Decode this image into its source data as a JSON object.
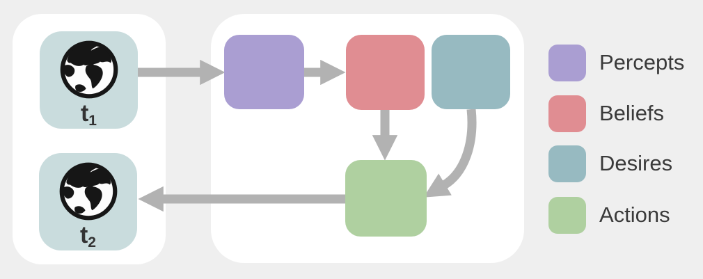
{
  "world_panel": {
    "t1": {
      "base": "t",
      "sub": "1"
    },
    "t2": {
      "base": "t",
      "sub": "2"
    }
  },
  "legend": {
    "items": [
      {
        "label": "Percepts",
        "color": "#aa9ed2"
      },
      {
        "label": "Beliefs",
        "color": "#e08d92"
      },
      {
        "label": "Desires",
        "color": "#97bac1"
      },
      {
        "label": "Actions",
        "color": "#afd0a0"
      }
    ]
  },
  "colors": {
    "background": "#efefef",
    "panel": "#ffffff",
    "arrow": "#b2b2b2",
    "world_box": "#c9dcdd",
    "globe": "#161616",
    "label_text": "#3a3a3a"
  }
}
